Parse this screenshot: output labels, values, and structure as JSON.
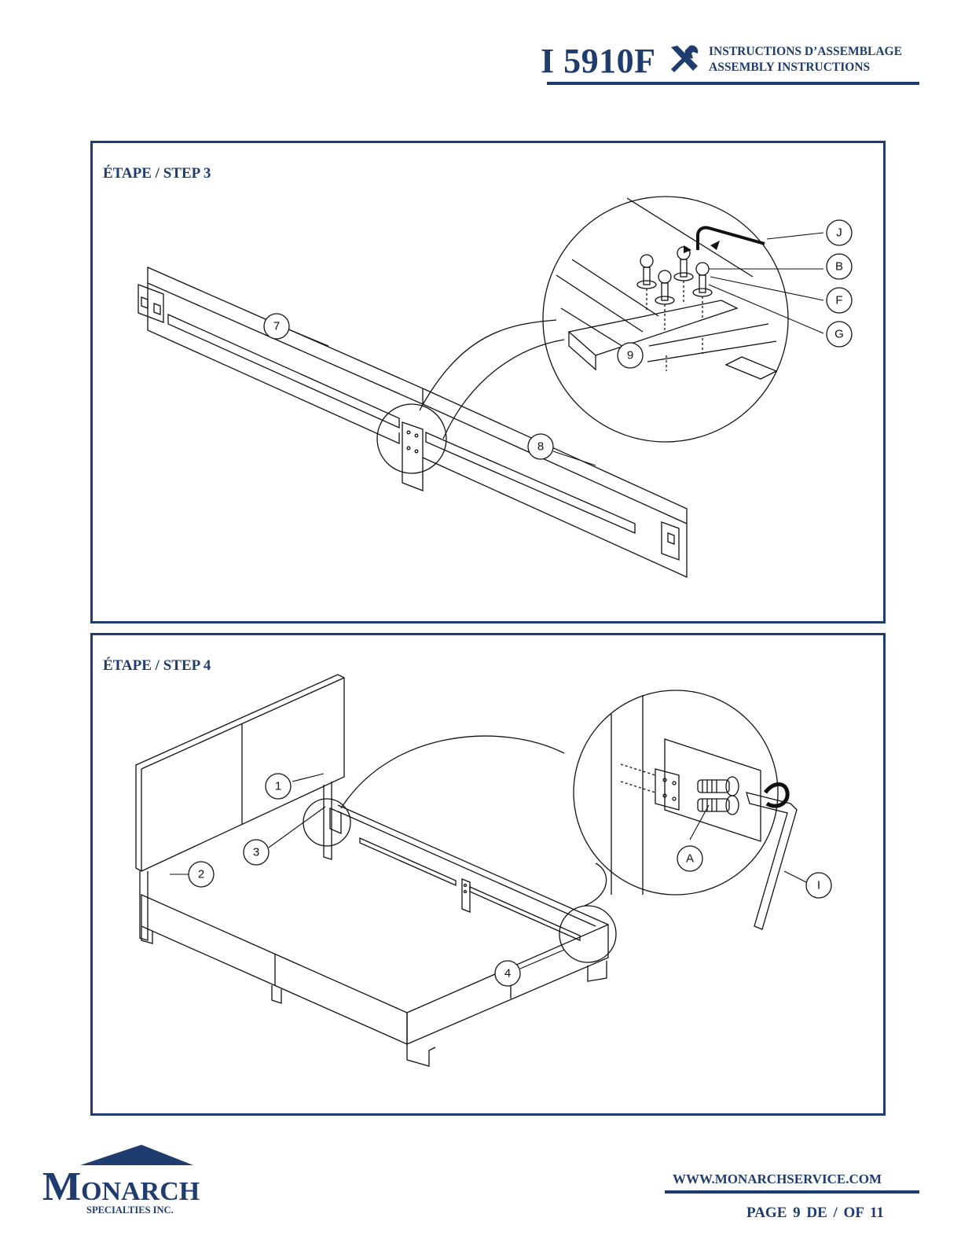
{
  "header": {
    "model": "I 5910F",
    "instructions_fr": "INSTRUCTIONS D’ASSEMBLAGE",
    "instructions_en": "ASSEMBLY INSTRUCTIONS",
    "icon": "tools-icon"
  },
  "step3": {
    "title": "ÉTAPE / STEP 3",
    "callouts": [
      "7",
      "8",
      "9",
      "J",
      "B",
      "F",
      "G"
    ]
  },
  "step4": {
    "title": "ÉTAPE / STEP 4",
    "callouts": [
      "1",
      "2",
      "3",
      "4",
      "A",
      "I"
    ]
  },
  "footer": {
    "logo_initial": "M",
    "logo_rest": "ONARCH",
    "logo_sub": "SPECIALTIES INC.",
    "website": "WWW.MONARCHSERVICE.COM",
    "page": "PAGE  9  DE / OF  11"
  },
  "colors": {
    "brand": "#1f3c6e",
    "line": "#111111"
  }
}
